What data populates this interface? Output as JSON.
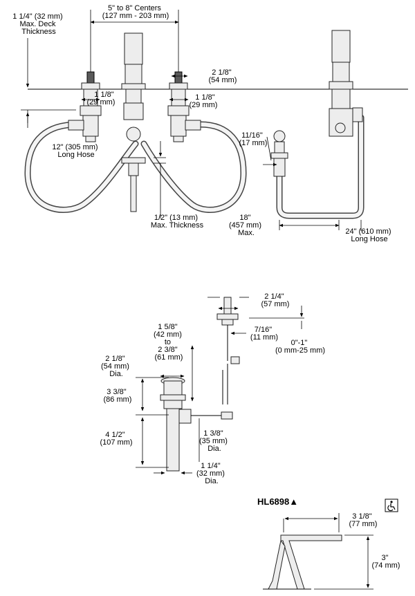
{
  "model_label": "HL6898▲",
  "icons": {
    "accessibility": "wheelchair-icon"
  },
  "faucet_top": {
    "deck_thickness": [
      "1 1/4\" (32 mm)",
      "Max. Deck",
      "Thickness"
    ],
    "centers": [
      "5\" to 8\" Centers",
      "(127 mm - 203 mm)"
    ],
    "handle_dia": [
      "2 1/8\"",
      "(54 mm)"
    ],
    "shank_left": [
      "1 1/8\"",
      "(29 mm)"
    ],
    "shank_right": [
      "1 1/8\"",
      "(29 mm)"
    ],
    "hose_12": [
      "12\" (305 mm)",
      "Long Hose"
    ],
    "max_thickness": [
      "1/2\" (13 mm)",
      "Max. Thickness"
    ],
    "nut_11_16": [
      "11/16\"",
      "(17 mm)"
    ],
    "dist_18": [
      "18\"",
      "(457 mm)",
      "Max."
    ],
    "hose_24": [
      "24\" (610 mm)",
      "Long Hose"
    ]
  },
  "drain": {
    "knob_width": [
      "2 1/4\"",
      "(57 mm)"
    ],
    "rod_dia": [
      "7/16\"",
      "(11 mm)"
    ],
    "rod_range": [
      "0\"-1\"",
      "(0 mm-25 mm)"
    ],
    "flange_range": [
      "1 5/8\"",
      "(42 mm)",
      "to",
      "2 3/8\"",
      "(61 mm)"
    ],
    "flange_dia": [
      "2 1/8\"",
      "(54 mm)",
      "Dia."
    ],
    "height_338": [
      "3 3/8\"",
      "(86 mm)"
    ],
    "height_412": [
      "4 1/2\"",
      "(107 mm)"
    ],
    "pivot_dia": [
      "1 3/8\"",
      "(35 mm)",
      "Dia."
    ],
    "tail_dia": [
      "1 1/4\"",
      "(32 mm)",
      "Dia."
    ]
  },
  "spout": {
    "reach": [
      "3 1/8\"",
      "(77 mm)"
    ],
    "height": [
      "3\"",
      "(74 mm)"
    ]
  }
}
